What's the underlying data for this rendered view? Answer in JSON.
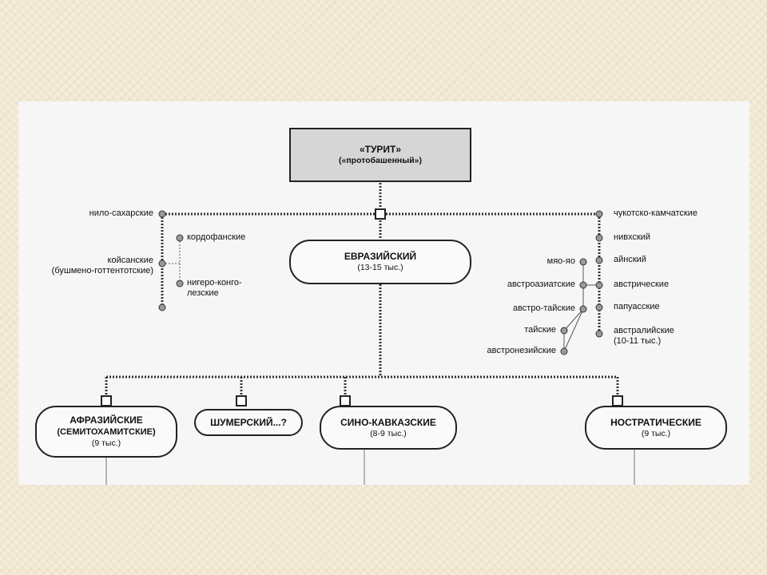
{
  "root": {
    "line1": "«ТУРИТ»",
    "line2": "(«протобашенный»)"
  },
  "eurasian": {
    "line1": "ЕВРАЗИЙСКИЙ",
    "line2": "(13-15 тыс.)"
  },
  "left_branches": {
    "nilo": "нило-сахарские",
    "khoisan1": "койсанские",
    "khoisan2": "(бушмено-готтентотские)",
    "kordofan": "кордофанские",
    "niger1": "нигеро-конго-",
    "niger2": "лезские"
  },
  "right_branches": {
    "chukotko": "чукотско-камчатские",
    "nivkh": "нивхский",
    "ainu": "айнский",
    "austric": "австрические",
    "papuan": "папуасские",
    "australian1": "австралийские",
    "australian2": "(10-11 тыс.)",
    "miaoyao": "мяо-яо",
    "austroasiatic": "австроазиатские",
    "austrotai": "австро-тайские",
    "tai": "тайские",
    "austronesian": "австронезийские"
  },
  "families": {
    "afrasian": {
      "line1": "АФРАЗИЙСКИЕ",
      "line2": "(СЕМИТОХАМИТСКИЕ)",
      "line3": "(9 тыс.)"
    },
    "sumerian": {
      "line1": "ШУМЕРСКИЙ...?"
    },
    "sinocaucasian": {
      "line1": "СИНО-КАВКАЗСКИЕ",
      "line2": "(8-9 тыс.)"
    },
    "nostratic": {
      "line1": "НОСТРАТИЧЕСКИЕ",
      "line2": "(9 тыс.)"
    }
  }
}
